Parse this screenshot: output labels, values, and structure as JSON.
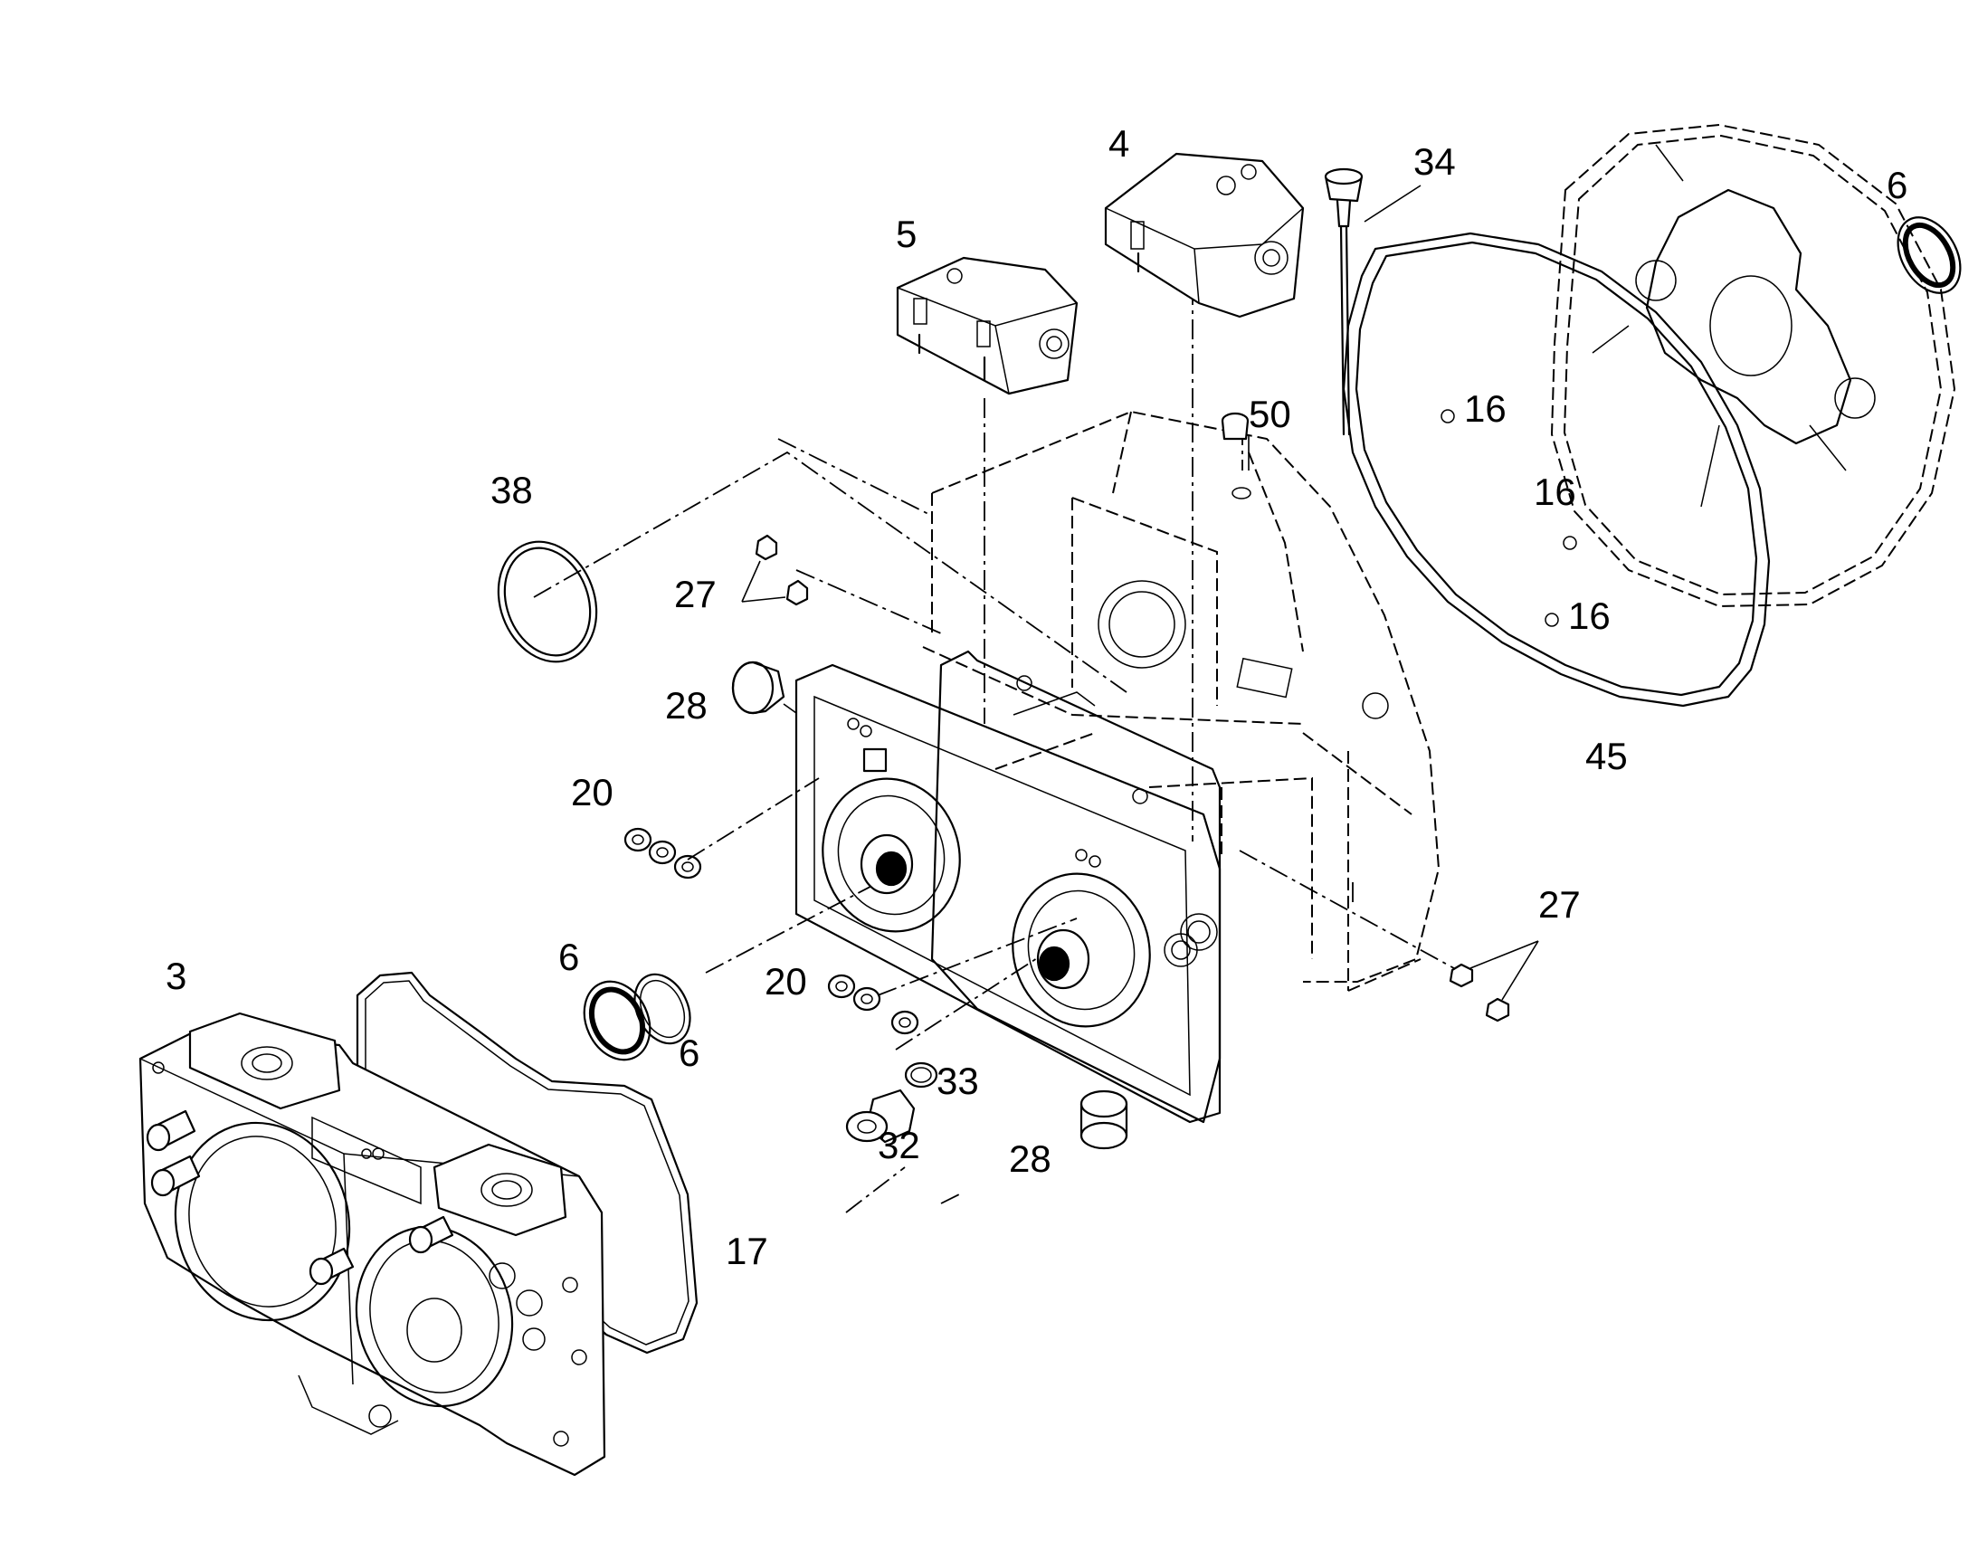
{
  "callouts": [
    {
      "id": "c-4",
      "text": "4"
    },
    {
      "id": "c-34",
      "text": "34"
    },
    {
      "id": "c-6-top",
      "text": "6"
    },
    {
      "id": "c-5",
      "text": "5"
    },
    {
      "id": "c-50",
      "text": "50"
    },
    {
      "id": "c-16-a",
      "text": "16"
    },
    {
      "id": "c-38",
      "text": "38"
    },
    {
      "id": "c-16-b",
      "text": "16"
    },
    {
      "id": "c-27-top",
      "text": "27"
    },
    {
      "id": "c-16-c",
      "text": "16"
    },
    {
      "id": "c-28-top",
      "text": "28"
    },
    {
      "id": "c-45",
      "text": "45"
    },
    {
      "id": "c-20-left",
      "text": "20"
    },
    {
      "id": "c-27-right",
      "text": "27"
    },
    {
      "id": "c-3",
      "text": "3"
    },
    {
      "id": "c-6-left",
      "text": "6"
    },
    {
      "id": "c-20-mid",
      "text": "20"
    },
    {
      "id": "c-6-bottom",
      "text": "6"
    },
    {
      "id": "c-33",
      "text": "33"
    },
    {
      "id": "c-32",
      "text": "32"
    },
    {
      "id": "c-28-bottom",
      "text": "28"
    },
    {
      "id": "c-17",
      "text": "17"
    }
  ]
}
